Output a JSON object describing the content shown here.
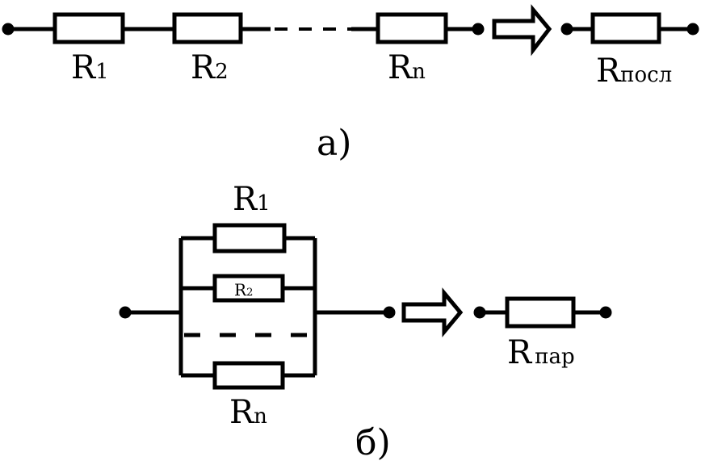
{
  "series": {
    "r1": {
      "main": "R",
      "sub": "1"
    },
    "r2": {
      "main": "R",
      "sub": "2"
    },
    "rn": {
      "main": "R",
      "sub": "n"
    },
    "req": {
      "main": "R",
      "sub": "посл"
    },
    "caption": "а)"
  },
  "parallel": {
    "r1": {
      "main": "R",
      "sub": "1"
    },
    "r2": {
      "main": "R",
      "sub": "2"
    },
    "rn": {
      "main": "R",
      "sub": "n"
    },
    "req": {
      "main": "R",
      "sub": "пар"
    },
    "caption": "б)"
  },
  "colors": {
    "stroke": "#000000",
    "background": "#ffffff"
  }
}
